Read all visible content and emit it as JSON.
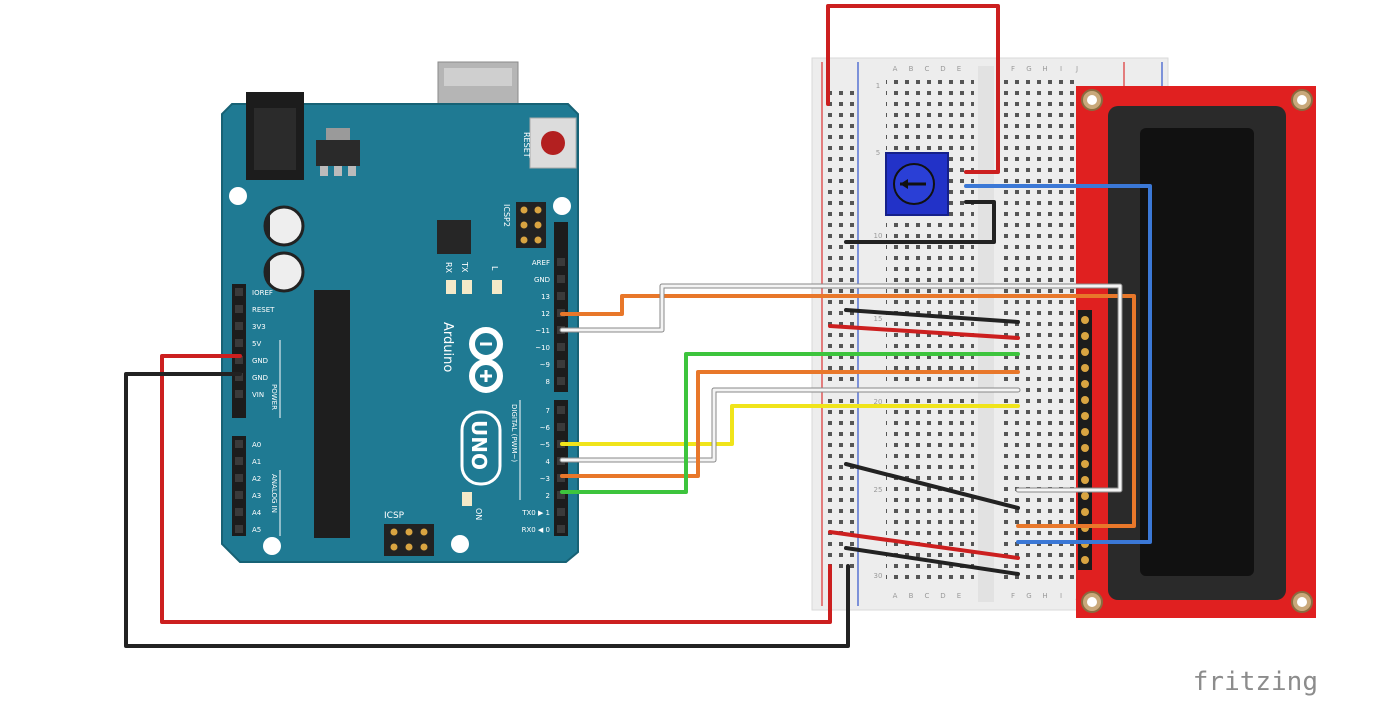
{
  "board": {
    "labels": {
      "reset": "RESET",
      "icsp2": "ICSP2",
      "tx": "TX",
      "rx": "RX",
      "l": "L",
      "arduino": "Arduino",
      "uno": "UNO",
      "digital": "DIGITAL (PWM~)",
      "power": "POWER",
      "analog": "ANALOG IN",
      "icsp": "ICSP",
      "on": "ON"
    },
    "power_pins": [
      "IOREF",
      "RESET",
      "3V3",
      "5V",
      "GND",
      "GND",
      "VIN"
    ],
    "analog_pins": [
      "A0",
      "A1",
      "A2",
      "A3",
      "A4",
      "A5"
    ],
    "digital_pins_top": [
      "AREF",
      "GND",
      "13",
      "12",
      "~11",
      "~10",
      "~9",
      "8"
    ],
    "digital_pins_bottom": [
      "7",
      "~6",
      "~5",
      "4",
      "~3",
      "2",
      "TX0 ▶ 1",
      "RX0 ◀ 0"
    ]
  },
  "breadboard": {
    "column_letters": [
      "A",
      "B",
      "C",
      "D",
      "E",
      "F",
      "G",
      "H",
      "I",
      "J"
    ],
    "row_numbers": [
      "1",
      "5",
      "10",
      "15",
      "20",
      "25",
      "30"
    ]
  },
  "colors": {
    "board": "#1f7a93",
    "lcd_pcb": "#e02020",
    "red_wire": "#cc1f1f",
    "black_wire": "#222222",
    "orange_wire": "#e8772a",
    "white_wire": "#f4f4f4",
    "green_wire": "#3dc43d",
    "yellow_wire": "#f0e41a",
    "blue_wire": "#3b78d6",
    "pot": "#2232c8"
  },
  "branding": {
    "logo": "fritzing"
  }
}
